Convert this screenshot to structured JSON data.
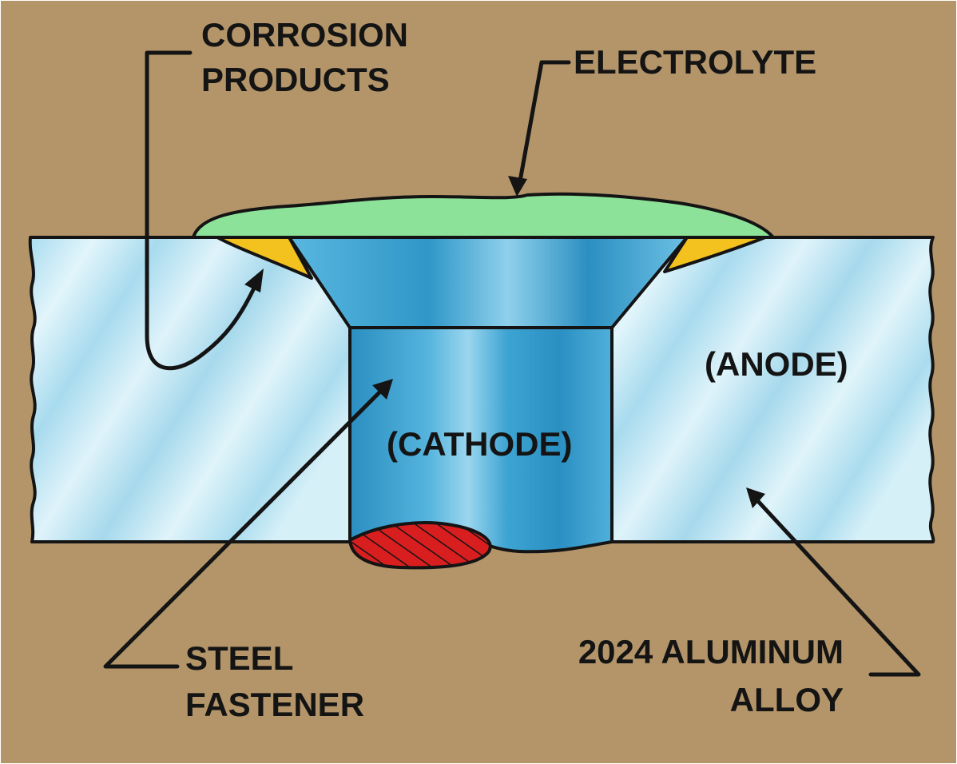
{
  "labels": {
    "corrosion_products_line1": "CORROSION",
    "corrosion_products_line2": "PRODUCTS",
    "electrolyte": "ELECTROLYTE",
    "anode": "(ANODE)",
    "cathode": "(CATHODE)",
    "steel_fastener_line1": "STEEL",
    "steel_fastener_line2": "FASTENER",
    "aluminum_alloy_line1": "2024 ALUMINUM",
    "aluminum_alloy_line2": "ALLOY"
  },
  "colors": {
    "background": "#b39569",
    "aluminum_plate": "#bfe6f3",
    "steel_fastener": "#3c9fcd",
    "electrolyte": "#8de29a",
    "corrosion_products": "#f3c21f",
    "damaged_area": "#d81e1e",
    "ink": "#141414"
  }
}
